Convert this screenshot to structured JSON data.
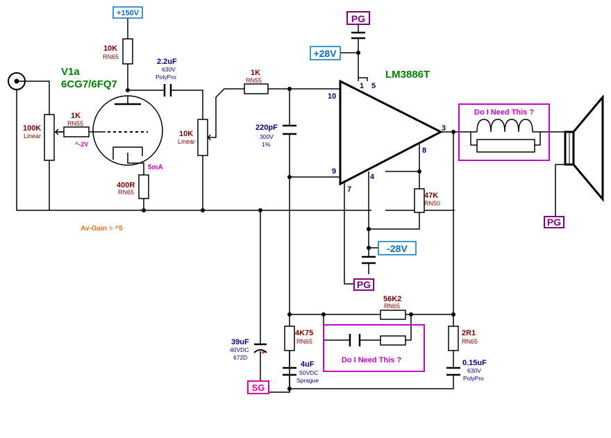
{
  "rails": {
    "b_plus": "+150V",
    "pos": "+28V",
    "neg": "-28V"
  },
  "pg_label": "PG",
  "sg_label": "SG",
  "tube": {
    "name": "V1a",
    "type": "6CG7/6FQ7",
    "grid_bias": "^-2V",
    "current": "5mA"
  },
  "opamp": {
    "name": "LM3886T",
    "pins": [
      "1",
      "5",
      "10",
      "9",
      "7",
      "4",
      "8",
      "3"
    ]
  },
  "gain_note": "Av-Gain = ^5",
  "question": "Do I Need This ?",
  "parts": {
    "r_plate": {
      "value": "10K",
      "type": "RN65"
    },
    "c_couple": {
      "value": "2.2uF",
      "rating": "630V",
      "type": "PolyPro"
    },
    "r_in": {
      "value": "1K",
      "type": "RN55"
    },
    "r_grid": {
      "value": "1K",
      "type": "RN55"
    },
    "pot_in": {
      "value": "100K",
      "type": "Linear"
    },
    "pot_vol": {
      "value": "10K",
      "type": "Linear"
    },
    "r_cathode": {
      "value": "400R",
      "type": "RN65"
    },
    "c_filter": {
      "value": "220pF",
      "rating": "300V",
      "tol": "1%"
    },
    "r_mute": {
      "value": "47K",
      "type": "RN50"
    },
    "r_fb": {
      "value": "56K2",
      "type": "RN65"
    },
    "r_gnd": {
      "value": "4K75",
      "type": "RN65"
    },
    "c_gnd": {
      "value": "4uF",
      "rating": "50VDC",
      "type": "Sprague"
    },
    "c_bias": {
      "value": "39uF",
      "rating": "40VDC",
      "type": "672D",
      "polarity": "+"
    },
    "r_zobel": {
      "value": "2R1",
      "type": "RN65"
    },
    "c_zobel": {
      "value": "0.15uF",
      "rating": "630V",
      "type": "PolyPro"
    }
  },
  "colors": {
    "ink": "#000000",
    "red_label": "#800000",
    "blue_label": "#000080",
    "green": "#008000",
    "magenta": "#cc00cc",
    "purple": "#800080",
    "rail_blue": "#0070c0",
    "orange": "#e07020"
  }
}
